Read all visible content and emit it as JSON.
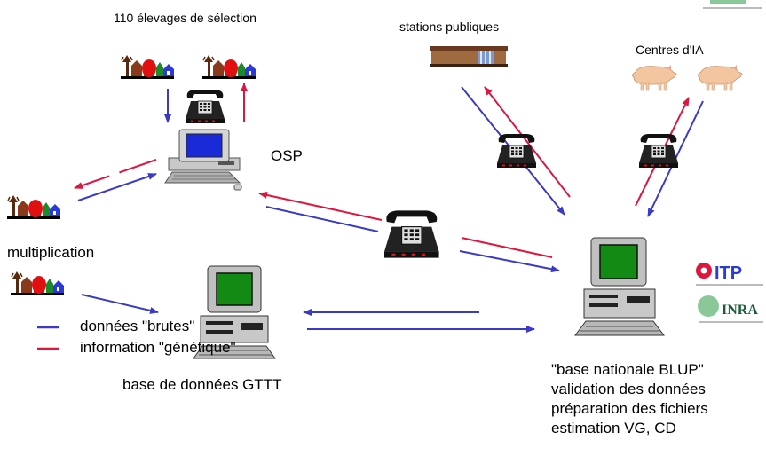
{
  "labels": {
    "elevages": "110 élevages de sélection",
    "stations": "stations publiques",
    "centres": "Centres d'IA",
    "osp": "OSP",
    "multiplication": "multiplication",
    "gttt": "base de données GTTT",
    "blup": [
      "\"base nationale BLUP\"",
      "validation des données",
      "préparation des fichiers",
      "estimation VG, CD"
    ]
  },
  "legend": [
    {
      "label": "données \"brutes\"",
      "color": "#3a3ac8"
    },
    {
      "label": "information \"génétique\"",
      "color": "#e0143c"
    }
  ],
  "logos": {
    "itp": "ITP",
    "inra": "INRA"
  },
  "icons": {
    "farm": "farm-icon",
    "telephone": "telephone-icon",
    "computer": "computer-icon",
    "station": "station-building-icon",
    "pig": "pig-icon"
  }
}
